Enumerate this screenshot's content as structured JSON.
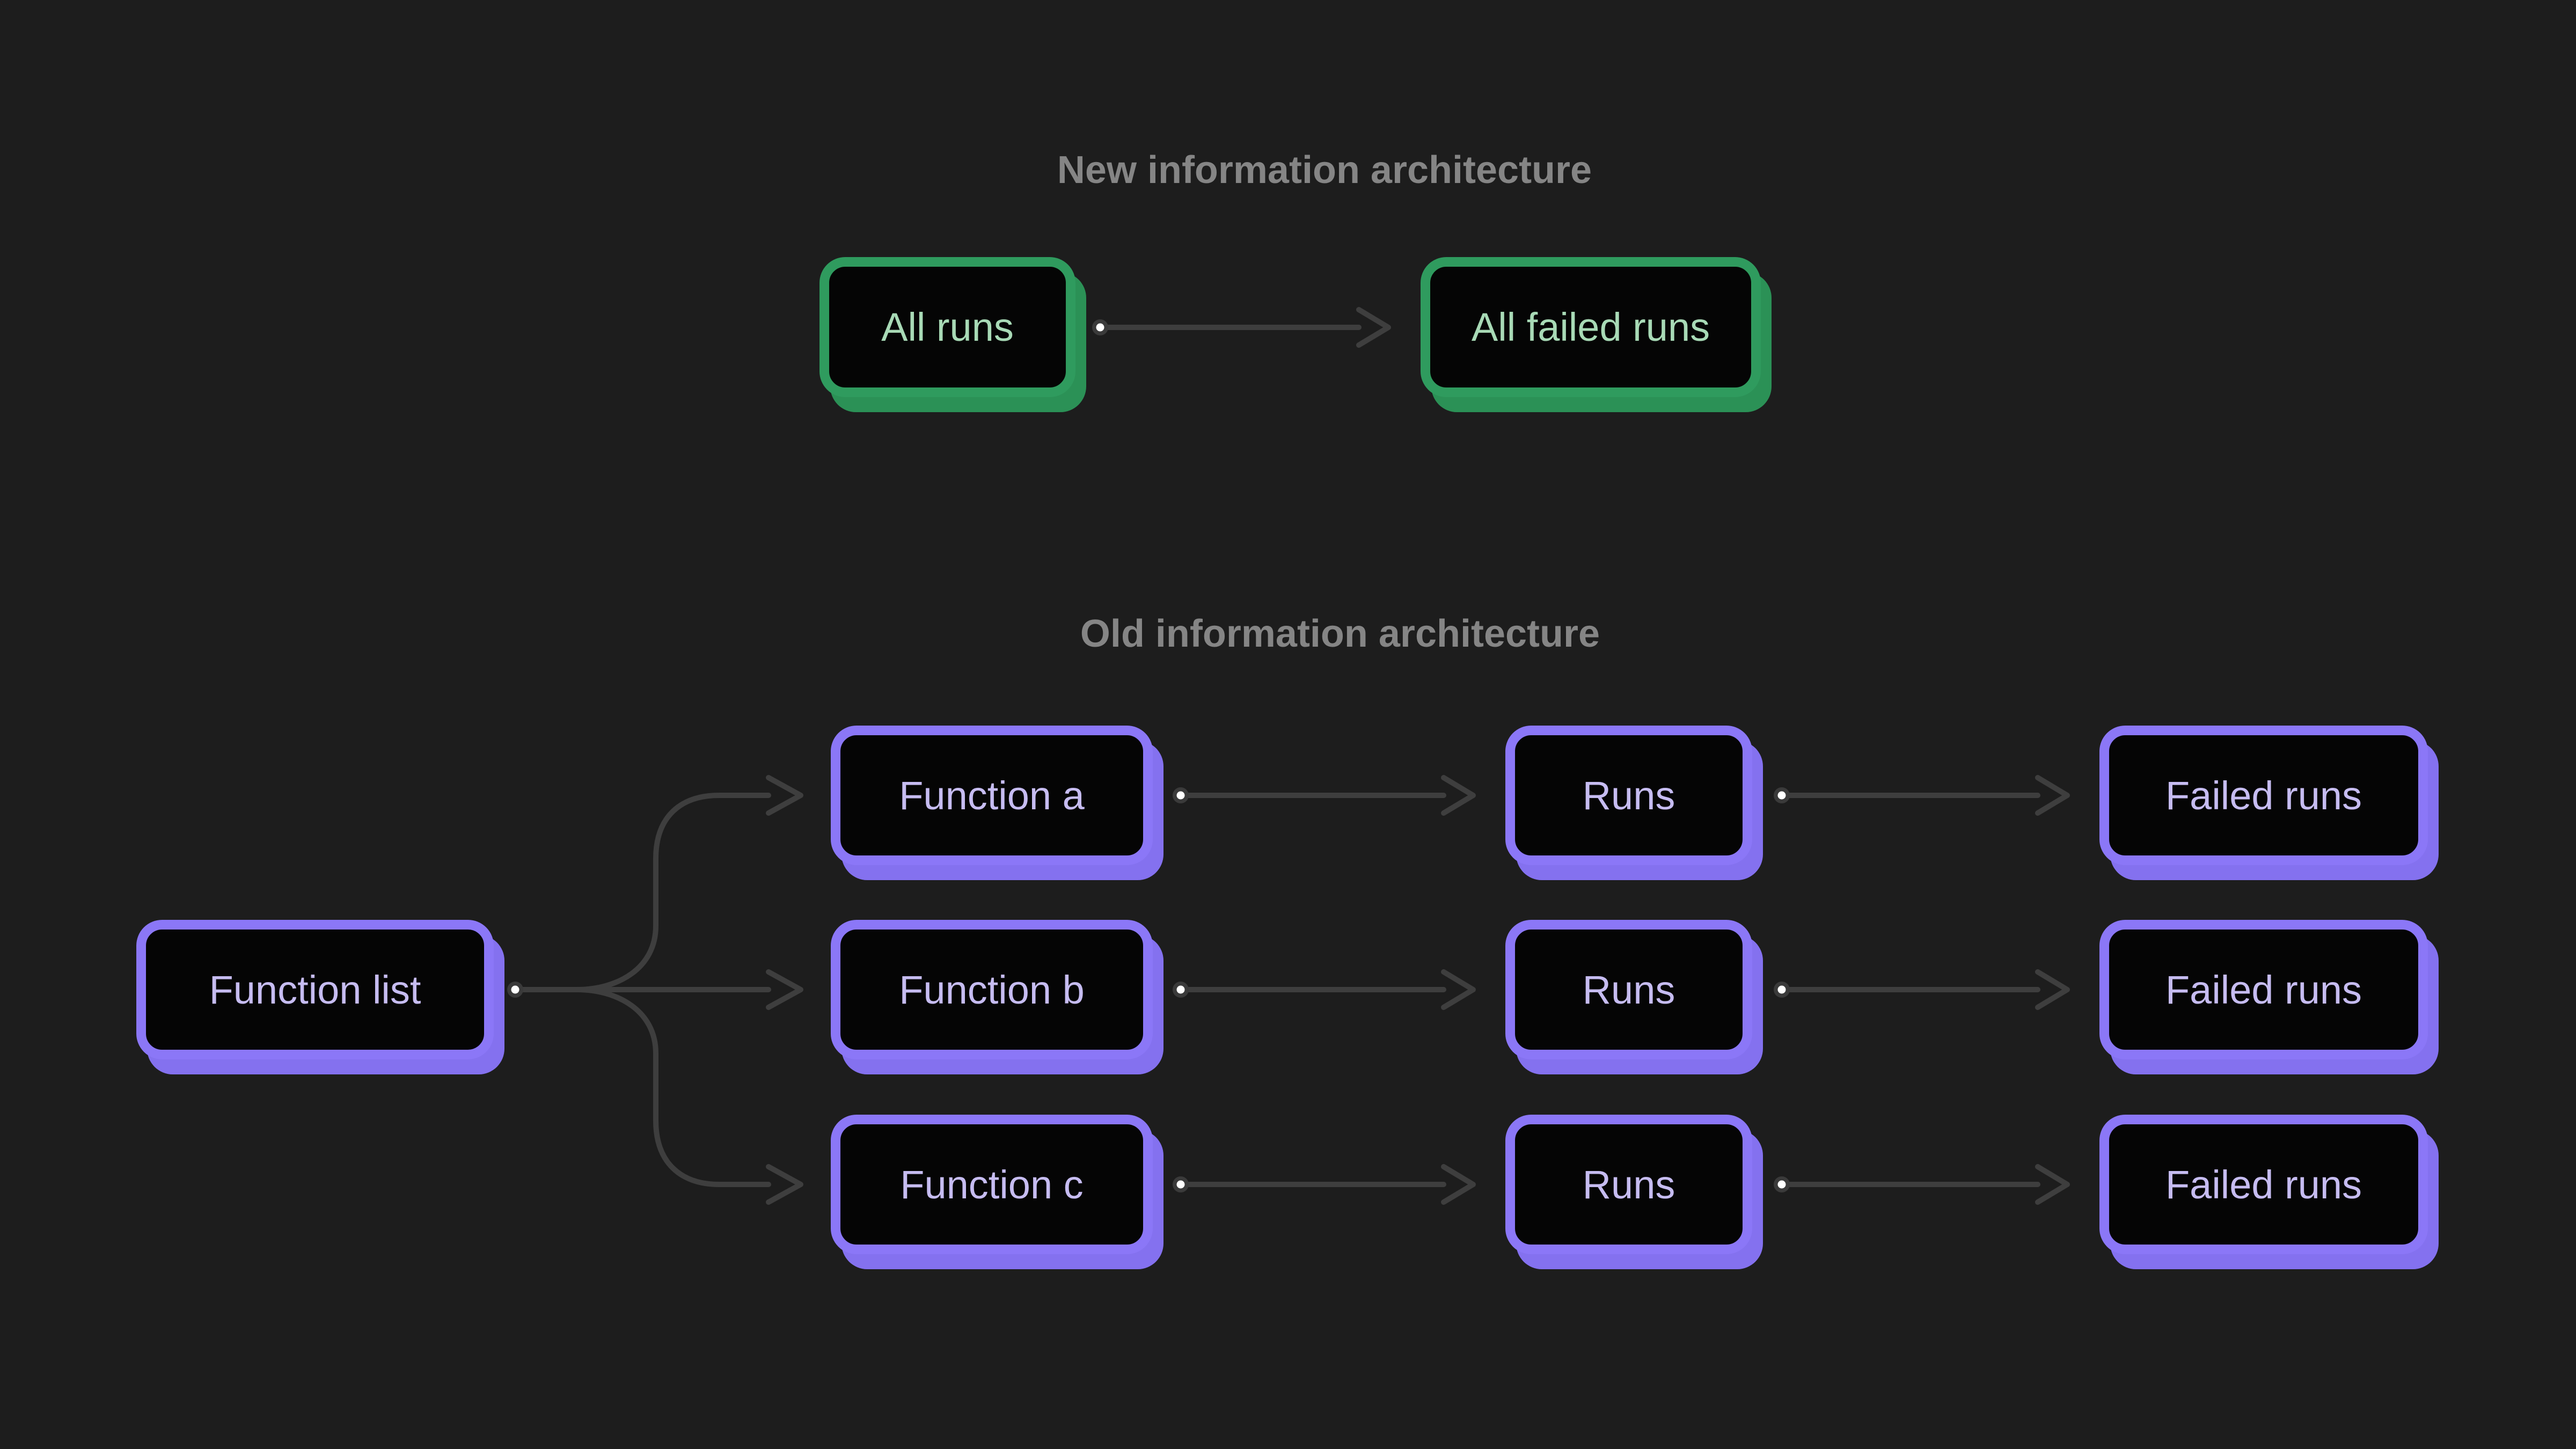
{
  "diagram": {
    "colors": {
      "background": "#1d1d1d",
      "box_fill": "#050505",
      "green_border": "#2f9b5e",
      "green_shadow": "#2b9156",
      "green_text": "#a8dab6",
      "purple_border": "#8b77f7",
      "purple_shadow": "#8471ef",
      "purple_text": "#c6bcf1",
      "connector": "#3e3e3e",
      "dot_ring": "#3a3a3a",
      "dot_core": "#ffffff",
      "title_text": "#858585"
    },
    "new_architecture": {
      "title": "New information architecture",
      "nodes": [
        {
          "id": "all-runs",
          "label": "All runs"
        },
        {
          "id": "all-failed-runs",
          "label": "All failed runs"
        }
      ],
      "edges": [
        {
          "from": "all-runs",
          "to": "all-failed-runs"
        }
      ]
    },
    "old_architecture": {
      "title": "Old information architecture",
      "nodes": [
        {
          "id": "function-list",
          "label": "Function list"
        },
        {
          "id": "function-a",
          "label": "Function a"
        },
        {
          "id": "function-b",
          "label": "Function b"
        },
        {
          "id": "function-c",
          "label": "Function c"
        },
        {
          "id": "runs-a",
          "label": "Runs"
        },
        {
          "id": "runs-b",
          "label": "Runs"
        },
        {
          "id": "runs-c",
          "label": "Runs"
        },
        {
          "id": "failed-runs-a",
          "label": "Failed runs"
        },
        {
          "id": "failed-runs-b",
          "label": "Failed runs"
        },
        {
          "id": "failed-runs-c",
          "label": "Failed runs"
        }
      ],
      "edges": [
        {
          "from": "function-list",
          "to": "function-a"
        },
        {
          "from": "function-list",
          "to": "function-b"
        },
        {
          "from": "function-list",
          "to": "function-c"
        },
        {
          "from": "function-a",
          "to": "runs-a"
        },
        {
          "from": "function-b",
          "to": "runs-b"
        },
        {
          "from": "function-c",
          "to": "runs-c"
        },
        {
          "from": "runs-a",
          "to": "failed-runs-a"
        },
        {
          "from": "runs-b",
          "to": "failed-runs-b"
        },
        {
          "from": "runs-c",
          "to": "failed-runs-c"
        }
      ]
    }
  }
}
